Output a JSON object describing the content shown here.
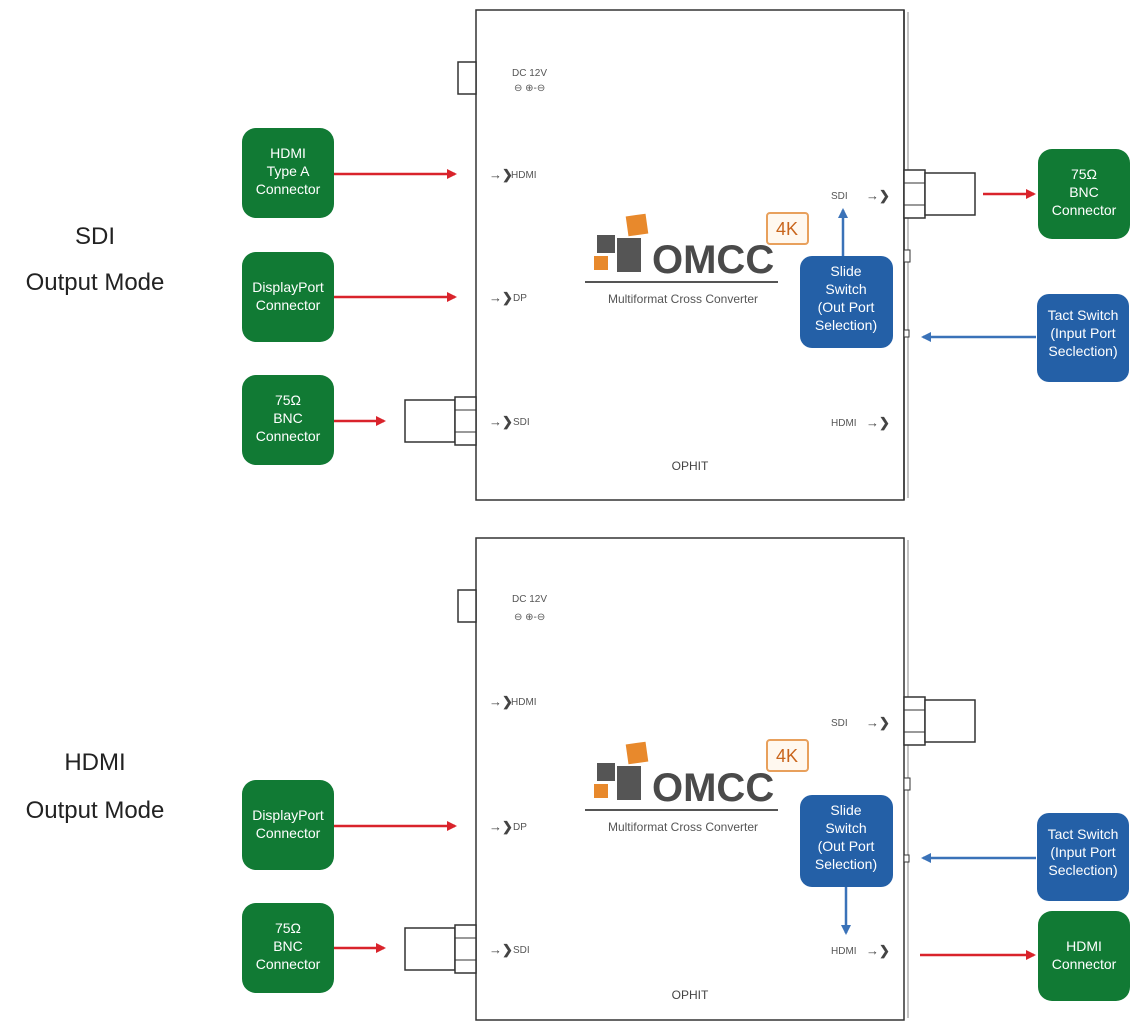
{
  "colors": {
    "green_box": "#117a34",
    "blue_box": "#2460a7",
    "red_arrow": "#d9232b",
    "blue_arrow": "#3a72b8",
    "brand_orange": "#e8892c",
    "brand_dark": "#555555"
  },
  "modes": [
    {
      "title_line1": "SDI",
      "title_line2": "Output Mode",
      "device": {
        "power_label": "DC 12V",
        "polarity": "⊖ ⊕-⊖",
        "port_hdmi": "HDMI",
        "port_dp": "DP",
        "port_sdi": "SDI",
        "out_sdi": "SDI",
        "out_hdmi": "HDMI",
        "brand": "OMCC",
        "badge": "4K",
        "subtitle": "Multiformat Cross Converter",
        "maker": "OPHIT"
      },
      "inputs": [
        {
          "lines": [
            "HDMI",
            "Type A",
            "Connector"
          ]
        },
        {
          "lines": [
            "DisplayPort",
            "Connector"
          ]
        },
        {
          "lines": [
            "75Ω",
            "BNC",
            "Connector"
          ]
        }
      ],
      "slide_switch": {
        "lines": [
          "Slide",
          "Switch",
          "(Out Port",
          "Selection)"
        ]
      },
      "tact_switch": {
        "lines": [
          "Tact Switch",
          "(Input Port",
          "Seclection)"
        ]
      },
      "output": {
        "lines": [
          "75Ω",
          "BNC",
          "Connector"
        ]
      }
    },
    {
      "title_line1": "HDMI",
      "title_line2": "Output Mode",
      "device": {
        "power_label": "DC 12V",
        "polarity": "⊖ ⊕-⊖",
        "port_hdmi": "HDMI",
        "port_dp": "DP",
        "port_sdi": "SDI",
        "out_sdi": "SDI",
        "out_hdmi": "HDMI",
        "brand": "OMCC",
        "badge": "4K",
        "subtitle": "Multiformat Cross Converter",
        "maker": "OPHIT"
      },
      "inputs": [
        {
          "lines": [
            "DisplayPort",
            "Connector"
          ]
        },
        {
          "lines": [
            "75Ω",
            "BNC",
            "Connector"
          ]
        }
      ],
      "slide_switch": {
        "lines": [
          "Slide",
          "Switch",
          "(Out Port",
          "Selection)"
        ]
      },
      "tact_switch": {
        "lines": [
          "Tact Switch",
          "(Input Port",
          "Seclection)"
        ]
      },
      "output": {
        "lines": [
          "HDMI",
          "Connector"
        ]
      }
    }
  ]
}
